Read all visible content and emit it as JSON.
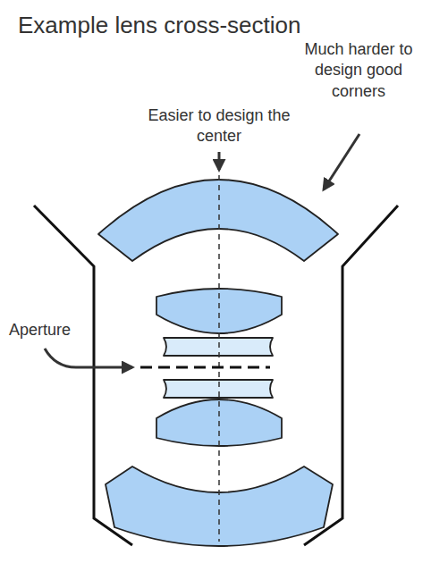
{
  "diagram": {
    "title": "Example lens cross-section",
    "labels": [
      "Easier to design the center",
      "Much harder to design good corners",
      "Aperture"
    ]
  }
}
